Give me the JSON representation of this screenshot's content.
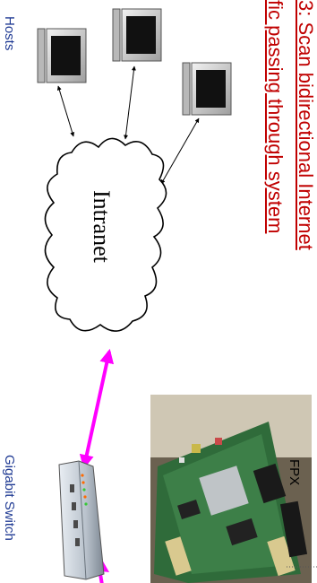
{
  "title": {
    "line1": "3: Scan bidirectional Internet",
    "line2": "fic passing through system",
    "color": "#c00000"
  },
  "labels": {
    "hosts": "Hosts",
    "intranet": "Intranet",
    "gigabit_switch": "Gigabit Switch",
    "fpx": "FPX"
  },
  "colors": {
    "label_blue": "#1f3a93",
    "accent_magenta": "#ff00ff",
    "line_black": "#000000"
  },
  "icons": [
    "computer-icon",
    "computer-icon",
    "computer-icon",
    "cloud-icon",
    "switch-device-icon",
    "fpx-board-photo"
  ]
}
